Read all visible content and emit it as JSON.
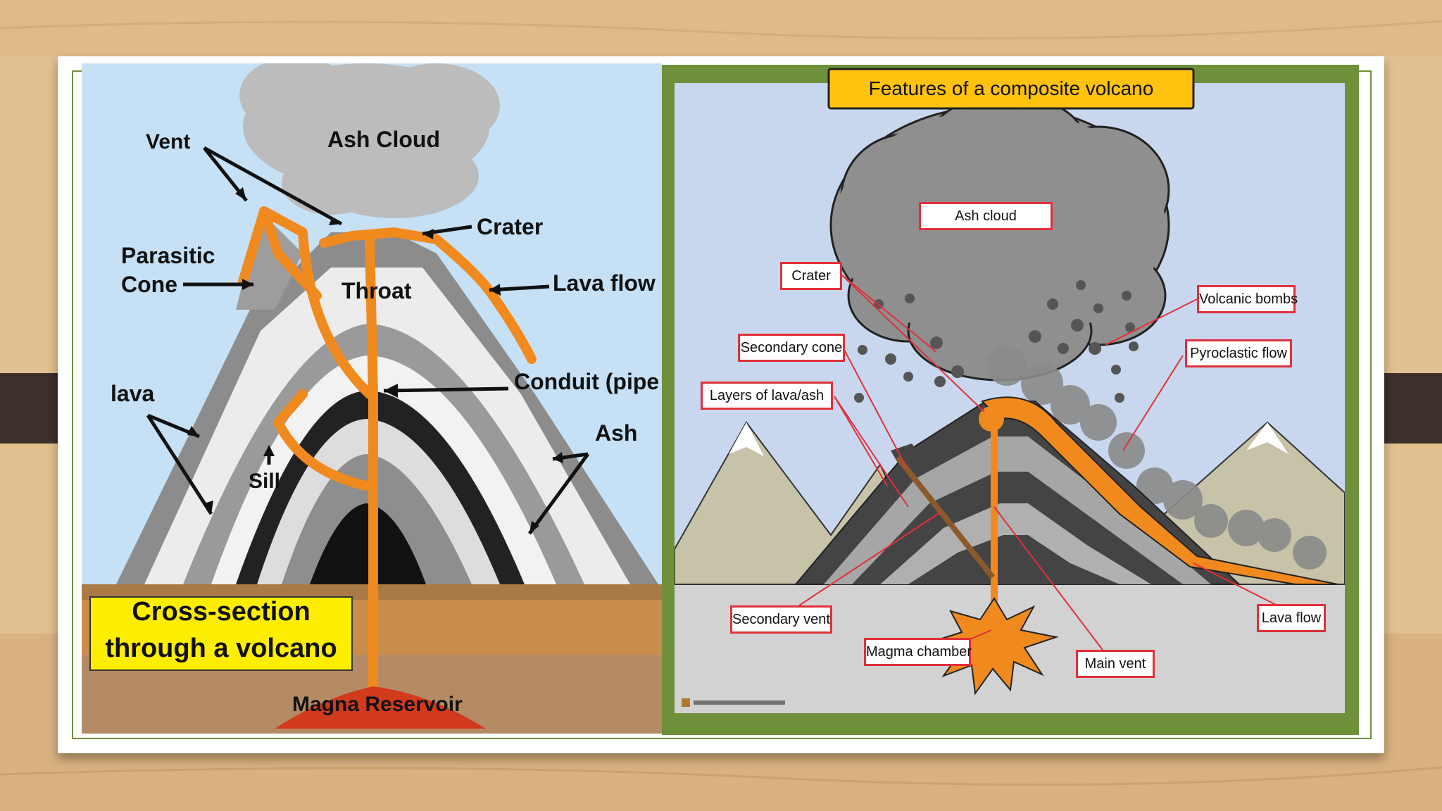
{
  "left_panel": {
    "labels": {
      "vent": "Vent",
      "ash_cloud": "Ash Cloud",
      "crater": "Crater",
      "parasitic_cone_line1": "Parasitic",
      "parasitic_cone_line2": "Cone",
      "throat": "Throat",
      "lava_flow": "Lava flow",
      "conduit": "Conduit (pipe",
      "lava": "lava",
      "ash": "Ash",
      "sill": "Sill",
      "magma_reservoir": "Magna Reservoir"
    },
    "title_line1": "Cross-section",
    "title_line2": "through a volcano"
  },
  "right_panel": {
    "title": "Features of a composite volcano",
    "labels": {
      "ash_cloud": "Ash cloud",
      "crater": "Crater",
      "volcanic_bombs": "Volcanic bombs",
      "secondary_cone": "Secondary cone",
      "pyroclastic_flow": "Pyroclastic flow",
      "layers": "Layers of lava/ash",
      "secondary_vent": "Secondary vent",
      "magma_chamber": "Magma chamber",
      "main_vent": "Main vent",
      "lava_flow": "Lava flow"
    }
  },
  "colors": {
    "lava": "#f08a1e",
    "frame_green": "#6f8f3a",
    "title_yellow": "#ffee00",
    "label_border": "#e0303a",
    "sky_left": "#c9e3f7"
  }
}
